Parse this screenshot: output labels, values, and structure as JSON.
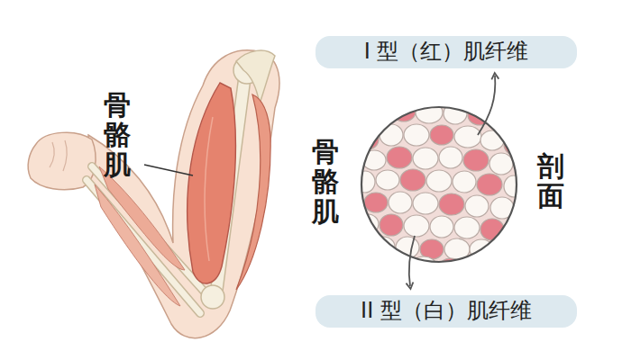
{
  "diagram": {
    "nodes": [
      {
        "text": [
          "I 型（红）肌纤维"
        ]
      },
      {
        "text": [
          "II 型（白）肌纤维"
        ]
      }
    ],
    "labels": [
      "骨骼肌",
      "骨骼肌",
      "剖面"
    ]
  }
}
